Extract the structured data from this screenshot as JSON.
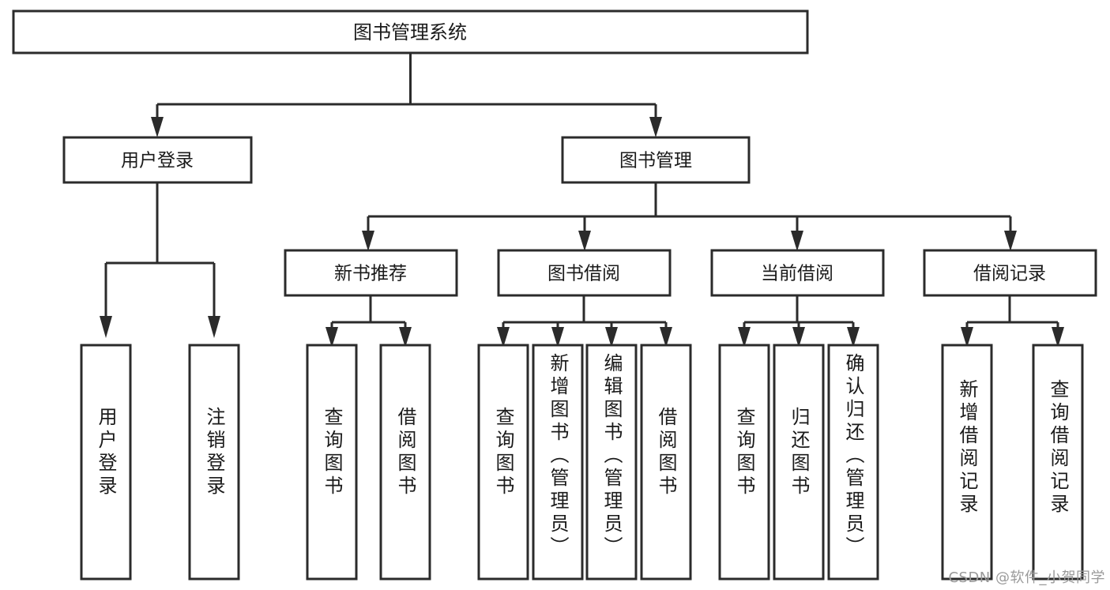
{
  "diagram": {
    "type": "tree-hierarchy-flowchart",
    "title": "图书管理系统",
    "root": {
      "id": "root",
      "label": "图书管理系统"
    },
    "level2": [
      {
        "id": "user-login",
        "label": "用户登录"
      },
      {
        "id": "book-manage",
        "label": "图书管理"
      }
    ],
    "level3": [
      {
        "id": "new-book-recommend",
        "label": "新书推荐",
        "parent": "book-manage"
      },
      {
        "id": "book-borrow",
        "label": "图书借阅",
        "parent": "book-manage"
      },
      {
        "id": "current-borrow",
        "label": "当前借阅",
        "parent": "book-manage"
      },
      {
        "id": "borrow-record",
        "label": "借阅记录",
        "parent": "book-manage"
      }
    ],
    "leaves": [
      {
        "id": "leaf-user-login",
        "label": "用户登录",
        "parent": "user-login"
      },
      {
        "id": "leaf-logout",
        "label": "注销登录",
        "parent": "user-login"
      },
      {
        "id": "leaf-query-book-1",
        "label": "查询图书",
        "parent": "new-book-recommend"
      },
      {
        "id": "leaf-borrow-book-1",
        "label": "借阅图书",
        "parent": "new-book-recommend"
      },
      {
        "id": "leaf-query-book-2",
        "label": "查询图书",
        "parent": "book-borrow"
      },
      {
        "id": "leaf-add-book",
        "label": "新增图书（管理员）",
        "parent": "book-borrow"
      },
      {
        "id": "leaf-edit-book",
        "label": "编辑图书（管理员）",
        "parent": "book-borrow"
      },
      {
        "id": "leaf-borrow-book-2",
        "label": "借阅图书",
        "parent": "book-borrow"
      },
      {
        "id": "leaf-query-book-3",
        "label": "查询图书",
        "parent": "current-borrow"
      },
      {
        "id": "leaf-return-book",
        "label": "归还图书",
        "parent": "current-borrow"
      },
      {
        "id": "leaf-confirm-return",
        "label": "确认归还（管理员）",
        "parent": "current-borrow"
      },
      {
        "id": "leaf-add-record",
        "label": "新增借阅记录",
        "parent": "borrow-record"
      },
      {
        "id": "leaf-query-record",
        "label": "查询借阅记录",
        "parent": "borrow-record"
      }
    ]
  },
  "watermark": {
    "text": "CSDN @软件_小贺同学"
  },
  "colors": {
    "stroke": "#2b2b2b",
    "fill": "#ffffff",
    "text": "#1a1a1a",
    "watermark": "#9a9a9a"
  }
}
